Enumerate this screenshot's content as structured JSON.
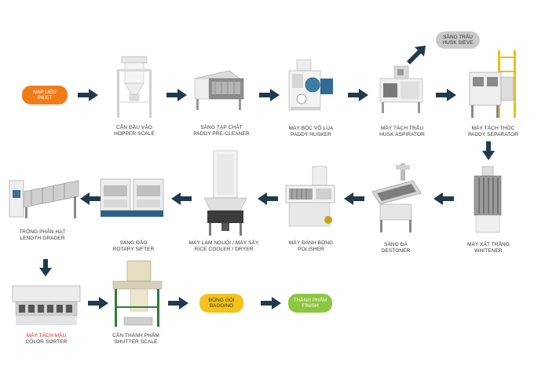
{
  "colors": {
    "arrow": "#1f3a4d",
    "inlet": "#f07d1a",
    "bagging": "#f4c21a",
    "finish": "#8dc63f",
    "sieve": "#c9c9c9",
    "accent_red": "#d9251c"
  },
  "inlet": {
    "line1": "NẠP LIỆU",
    "line2": "INLET"
  },
  "husk_sieve": {
    "line1": "SÀNG TRẤU",
    "line2": "HUSK SIEVE"
  },
  "bagging": {
    "line1": "ĐÓNG GÓI",
    "line2": "BAGGING"
  },
  "finish": {
    "line1": "THÀNH PHẨM",
    "line2": "FINISH"
  },
  "machines": [
    {
      "vi": "CÂN ĐẦU VÀO",
      "en": "HOPPER SCALE"
    },
    {
      "vi": "SÀNG TẠP CHẤT",
      "en": "PADDY PRE-CLEANER"
    },
    {
      "vi": "MÁY BÓC VỎ LÚA",
      "en": "PADDY HUSKER"
    },
    {
      "vi": "MÁY TÁCH TRẤU",
      "en": "HUSK ASPIRATOR"
    },
    {
      "vi": "MÁY TÁCH THÓC",
      "en": "PADDY SEPARATOR"
    },
    {
      "vi": "MÁY XÁT TRẮNG",
      "en": "WHITENER"
    },
    {
      "vi": "SÀNG ĐÁ",
      "en": "DESTONER"
    },
    {
      "vi": "MÁY ĐÁNH BÓNG",
      "en": "POLISHER"
    },
    {
      "vi": "MÁY LÀM NGUỘI / MÁY SẤY",
      "en": "RICE COOLER / DRYER"
    },
    {
      "vi": "SÀNG ĐẢO",
      "en": "ROTARY SIFTER"
    },
    {
      "vi": "TRỐNG PHÂN HẠT",
      "en": "LENGTH GRADER"
    },
    {
      "vi": "MÁY TÁCH MÀU",
      "en": "COLOR SORTER"
    },
    {
      "vi": "CÂN THÀNH PHẨM",
      "en": "SHUTTER SCALE"
    }
  ]
}
